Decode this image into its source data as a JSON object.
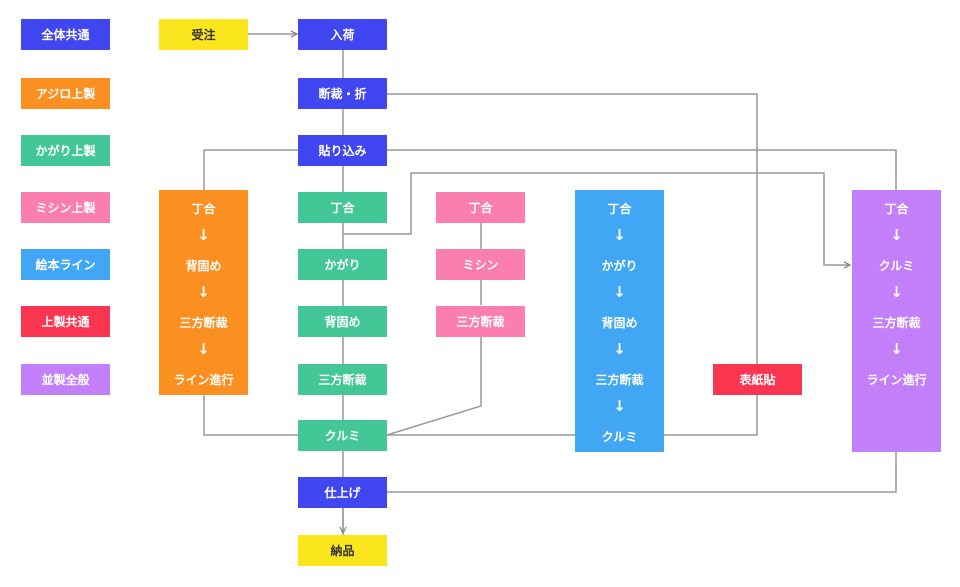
{
  "legend": [
    {
      "label": "全体共通",
      "color": "#4047f0"
    },
    {
      "label": "アジロ上製",
      "color": "#fb8f1f"
    },
    {
      "label": "かがり上製",
      "color": "#43c797"
    },
    {
      "label": "ミシン上製",
      "color": "#fa7fad"
    },
    {
      "label": "絵本ライン",
      "color": "#41a7f4"
    },
    {
      "label": "上製共通",
      "color": "#fa3550"
    },
    {
      "label": "並製全般",
      "color": "#c37ffa"
    }
  ],
  "nodes": {
    "order": "受注",
    "arrival": "入荷",
    "cut_fold": "断裁・折",
    "paste": "貼り込み",
    "green_chogo": "丁合",
    "green_kagari": "かがり",
    "green_segatame": "背固め",
    "green_sanpo": "三方断裁",
    "kurumi": "クルミ",
    "finish": "仕上げ",
    "delivery": "納品",
    "pink_chogo": "丁合",
    "pink_mishin": "ミシン",
    "pink_sanpo": "三方断裁",
    "cover": "表紙貼"
  },
  "orange_column": [
    "丁合",
    "背固め",
    "三方断裁",
    "ライン進行"
  ],
  "sky_column": [
    "丁合",
    "かがり",
    "背固め",
    "三方断裁",
    "クルミ"
  ],
  "purple_column": [
    "丁合",
    "クルミ",
    "三方断裁",
    "ライン進行"
  ],
  "column_arrow": "↓"
}
